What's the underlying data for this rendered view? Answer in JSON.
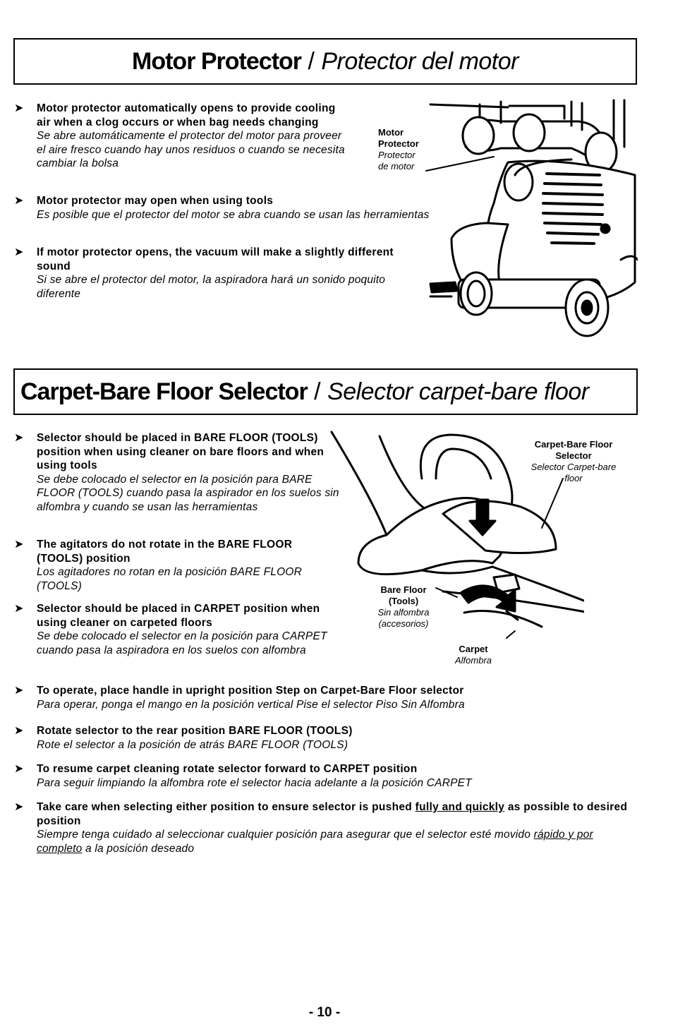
{
  "motor_section": {
    "title_en": "Motor Protector",
    "title_sep": " / ",
    "title_es": "Protector del motor",
    "bullets": [
      {
        "en": "Motor protector automatically opens to provide cooling air when a clog occurs or when bag needs changing",
        "es": "Se abre automáticamente el protector del motor para proveer el aire fresco cuando hay unos residuos o cuando se necesita cambiar la bolsa"
      },
      {
        "en": "Motor protector may open when using tools",
        "es": "Es posible que el protector del motor se abra cuando se usan las herramientas"
      },
      {
        "en": "If motor protector opens, the vacuum will make a slightly different sound",
        "es": "Si se abre el protector del motor, la aspiradora hará un sonido poquito diferente"
      }
    ],
    "callout": {
      "en_line1": "Motor",
      "en_line2": "Protector",
      "es_line1": "Protector",
      "es_line2": "de motor"
    }
  },
  "carpet_section": {
    "title_en": "Carpet-Bare Floor Selector",
    "title_sep": " / ",
    "title_es": "Selector carpet-bare floor",
    "bullets": [
      {
        "en": "Selector should be placed in BARE FLOOR (TOOLS) position when using cleaner on bare floors and when using tools",
        "es": "Se debe colocado el selector en la posición para BARE FLOOR (TOOLS) cuando pasa la aspirador en los suelos sin alfombra y cuando se usan las herramientas"
      },
      {
        "en": "The agitators do not rotate in the BARE FLOOR (TOOLS) position",
        "es": "Los agitadores no rotan en la posición BARE FLOOR (TOOLS)"
      },
      {
        "en": "Selector should be placed in CARPET position when using cleaner on carpeted floors",
        "es": "Se debe colocado el selector en la posición para CARPET cuando pasa la aspiradora en los suelos con alfombra"
      },
      {
        "en": "To operate, place handle in upright position Step on Carpet-Bare Floor selector",
        "es": "Para operar, ponga el mango en la posición vertical Pise el selector Piso Sin Alfombra"
      },
      {
        "en": "Rotate selector to the rear position BARE FLOOR (TOOLS)",
        "es": "Rote el selector a la posición de atrás BARE FLOOR (TOOLS)"
      },
      {
        "en": "To resume carpet cleaning rotate selector forward to CARPET position",
        "es": "Para seguir limpiando la alfombra rote el selector hacia adelante a la posición CARPET"
      },
      {
        "en_pre": "Take care when selecting either position to ensure selector is pushed ",
        "en_u": "fully and quickly",
        "en_post": " as possible to desired position",
        "es_pre": "Siempre tenga cuidado al seleccionar cualquier posición para asegurar que el selector esté movido ",
        "es_u": "rápido y por completo",
        "es_post": " a la posición deseado"
      }
    ],
    "callouts": {
      "selector_en": "Carpet-Bare Floor Selector",
      "selector_es": "Selector Carpet-bare floor",
      "bare_en_line1": "Bare Floor",
      "bare_en_line2": "(Tools)",
      "bare_es_line1": "Sin alfombra",
      "bare_es_line2": "(accesorios)",
      "carpet_en": "Carpet",
      "carpet_es": "Alfombra"
    }
  },
  "page_number": "- 10 -",
  "arrow_glyph": "➤",
  "colors": {
    "ink": "#000000",
    "paper": "#ffffff"
  }
}
